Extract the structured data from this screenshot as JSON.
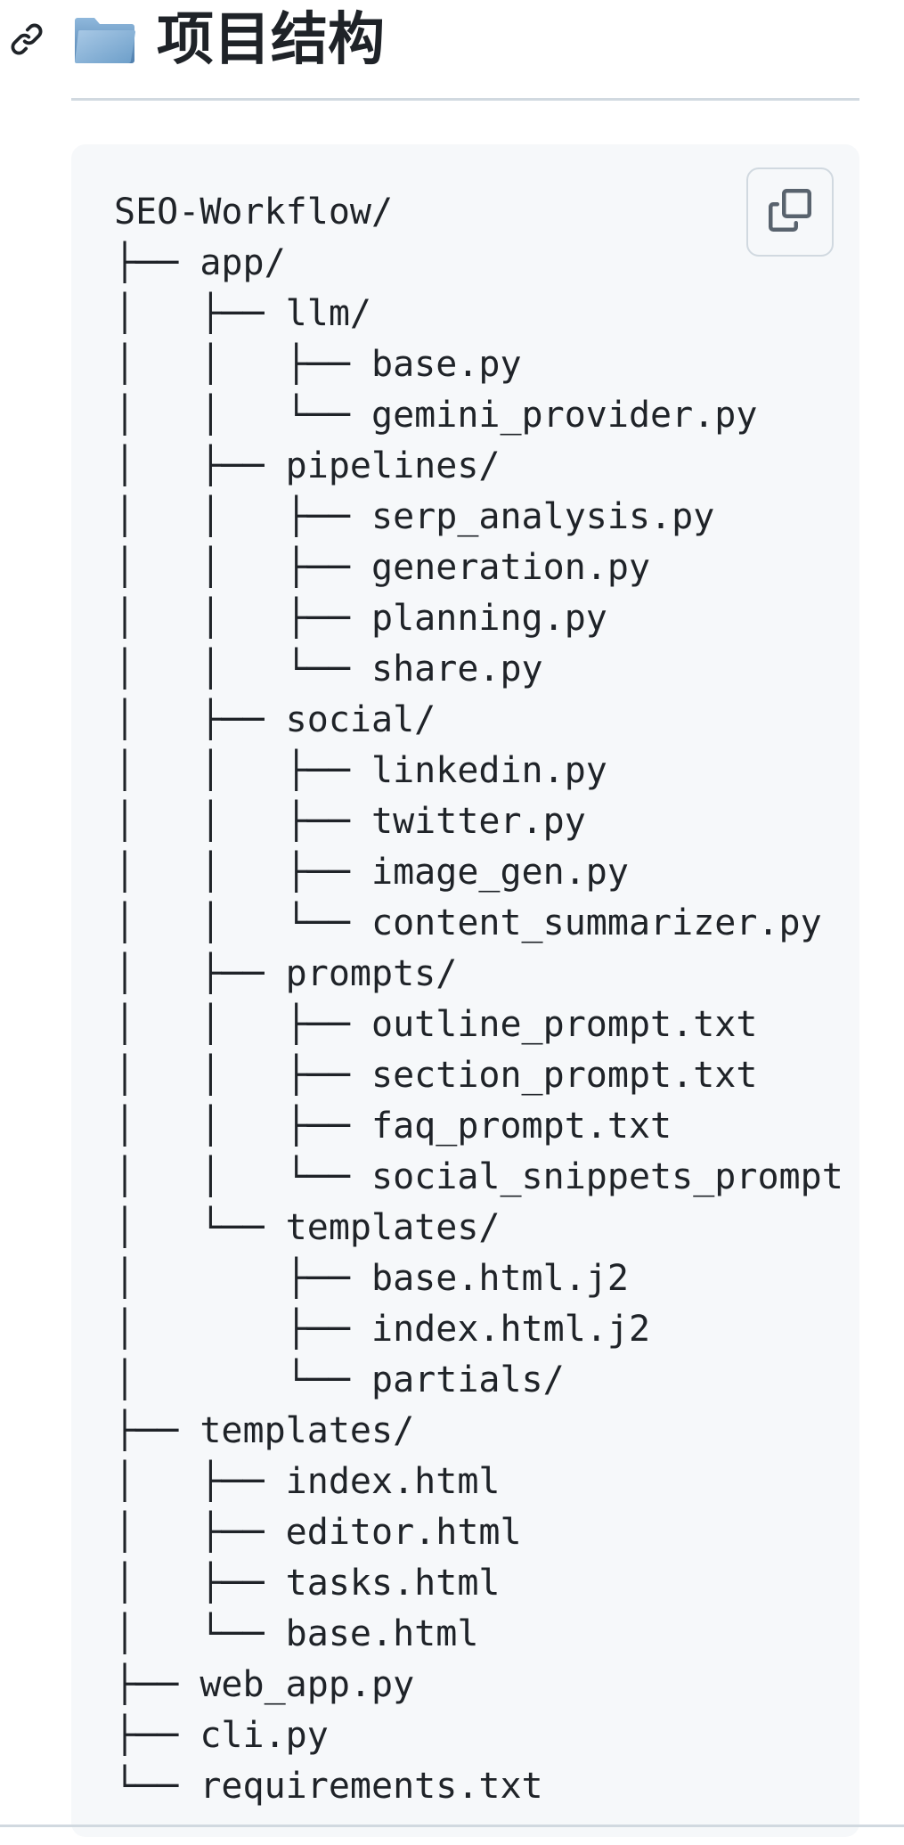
{
  "heading": {
    "title": "项目结构",
    "anchor_icon": "link-icon",
    "emoji_icon": "folder-icon"
  },
  "code_block": {
    "copy_icon": "copy-icon",
    "lines": [
      "SEO-Workflow/",
      "├── app/",
      "│   ├── llm/",
      "│   │   ├── base.py",
      "│   │   └── gemini_provider.py",
      "│   ├── pipelines/",
      "│   │   ├── serp_analysis.py",
      "│   │   ├── generation.py",
      "│   │   ├── planning.py",
      "│   │   └── share.py",
      "│   ├── social/",
      "│   │   ├── linkedin.py",
      "│   │   ├── twitter.py",
      "│   │   ├── image_gen.py",
      "│   │   └── content_summarizer.py",
      "│   ├── prompts/",
      "│   │   ├── outline_prompt.txt",
      "│   │   ├── section_prompt.txt",
      "│   │   ├── faq_prompt.txt",
      "│   │   └── social_snippets_prompt",
      "│   └── templates/",
      "│       ├── base.html.j2",
      "│       ├── index.html.j2",
      "│       └── partials/",
      "├── templates/",
      "│   ├── index.html",
      "│   ├── editor.html",
      "│   ├── tasks.html",
      "│   └── base.html",
      "├── web_app.py",
      "├── cli.py",
      "└── requirements.txt"
    ]
  },
  "colors": {
    "text": "#1f2328",
    "code_background": "#f6f8fa",
    "border": "#d1d9e0",
    "folder_blue": "#6c9ec9"
  }
}
